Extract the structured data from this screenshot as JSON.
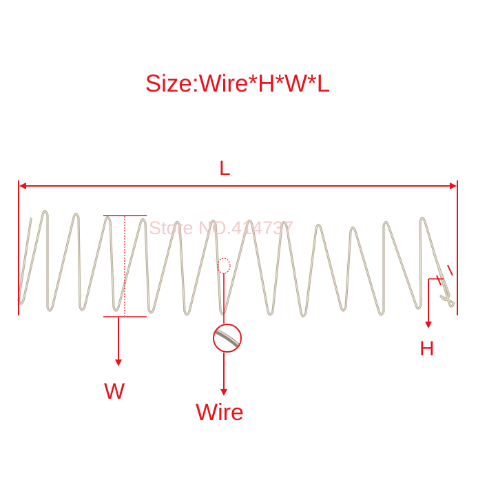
{
  "title": "Size:Wire*H*W*L",
  "watermark": "Store NO.414737",
  "labels": {
    "length": "L",
    "width": "W",
    "wire": "Wire",
    "height": "H"
  },
  "colors": {
    "annotation": "#e8121a",
    "spring_wire": "#b4ab96",
    "spring_highlight": "#e6e0d2",
    "watermark": "#f1c2c2",
    "background": "#ffffff"
  }
}
